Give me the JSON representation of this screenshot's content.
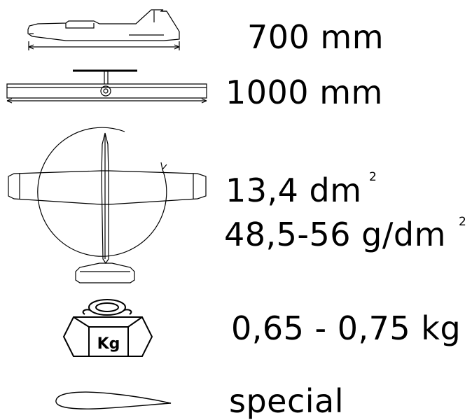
{
  "specs": [
    {
      "key": "length",
      "value": "700 mm",
      "icon": "plane-side-view-icon"
    },
    {
      "key": "wingspan",
      "value": "1000 mm",
      "icon": "plane-front-view-icon"
    },
    {
      "key": "wing_area",
      "value": "13,4 dm",
      "superscript": "2",
      "icon": "plane-top-view-icon"
    },
    {
      "key": "wing_loading",
      "value": "48,5-56 g/dm",
      "superscript": "2"
    },
    {
      "key": "weight",
      "value": "0,65 - 0,75 kg",
      "icon": "weight-kg-icon",
      "icon_text": "Kg"
    },
    {
      "key": "airfoil",
      "value": "special",
      "icon": "airfoil-icon"
    }
  ]
}
